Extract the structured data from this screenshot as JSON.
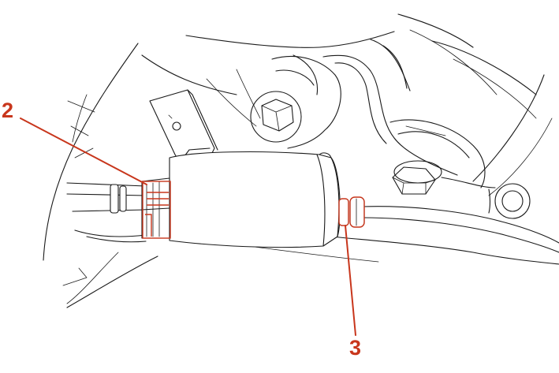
{
  "callouts": [
    {
      "id": "callout-2",
      "label": "2"
    },
    {
      "id": "callout-3",
      "label": "3"
    }
  ],
  "colors": {
    "line_art": "#1a1a1a",
    "callout": "#c8361c",
    "background": "#ffffff"
  }
}
